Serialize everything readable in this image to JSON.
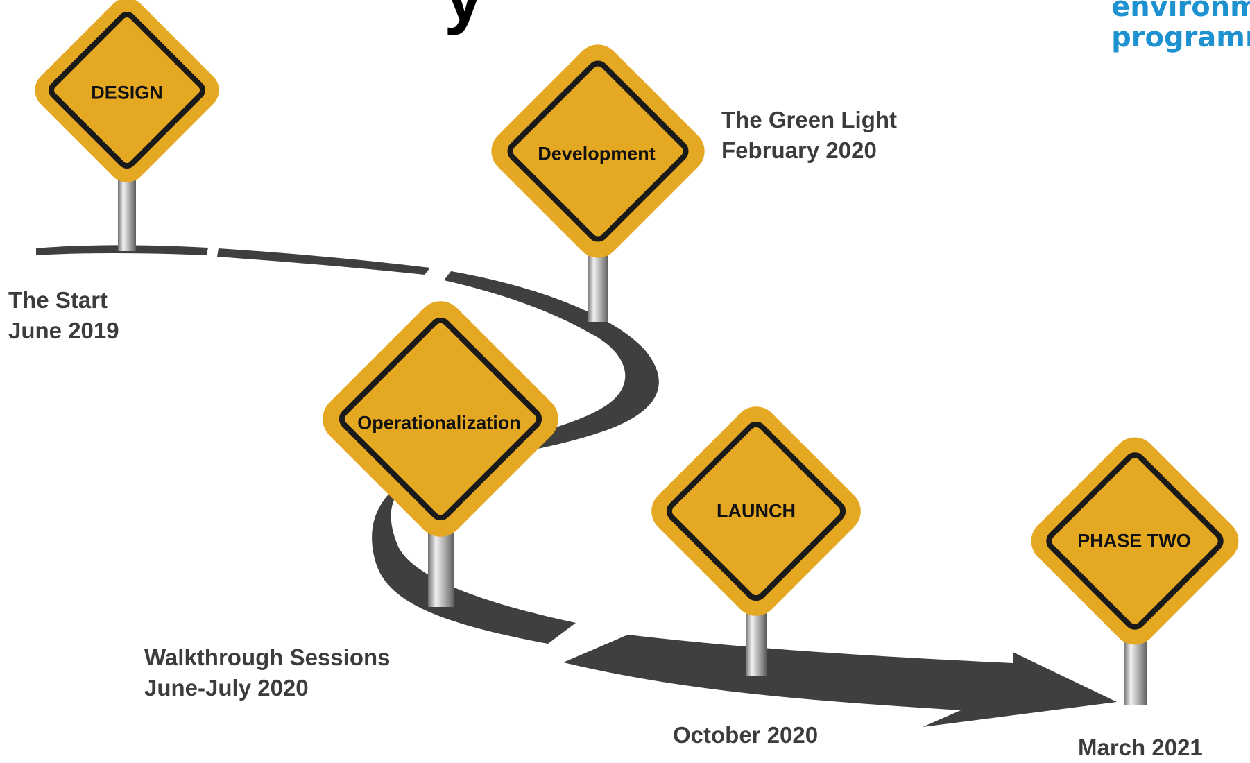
{
  "header": {
    "title_fragment": "y",
    "brand_line1": "environme",
    "brand_line2": "programm"
  },
  "colors": {
    "sign_fill": "#E5A823",
    "sign_border": "#1a1a1a",
    "road": "#3f3f3f",
    "caption_text": "#3c3c3c",
    "brand": "#1E92D0"
  },
  "milestones": [
    {
      "sign": "DESIGN",
      "caption_line1": "The Start",
      "caption_line2": "June 2019"
    },
    {
      "sign": "Development",
      "caption_line1": "The Green Light",
      "caption_line2": "February 2020"
    },
    {
      "sign": "Operationalization",
      "caption_line1": "Walkthrough Sessions",
      "caption_line2": "June-July 2020"
    },
    {
      "sign": "LAUNCH",
      "caption_line1": "",
      "caption_line2": "October 2020"
    },
    {
      "sign": "PHASE TWO",
      "caption_line1": "",
      "caption_line2": "March 2021"
    }
  ]
}
